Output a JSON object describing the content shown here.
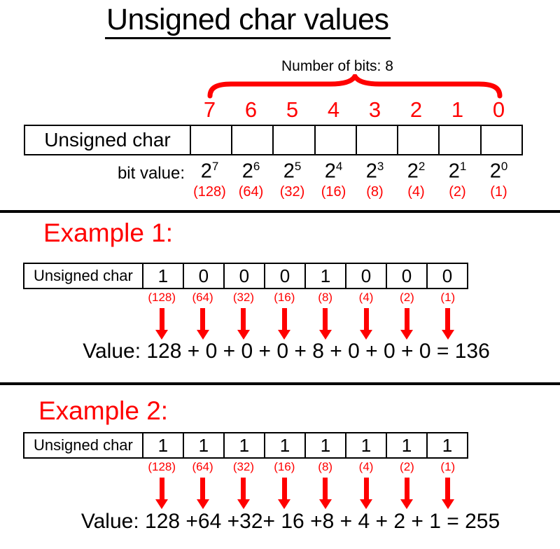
{
  "colors": {
    "red": "#ff0000",
    "ink": "#000000",
    "paper": "#ffffff"
  },
  "title": "Unsigned char values",
  "overview": {
    "bits_label": "Number of bits: 8",
    "bit_positions": [
      "7",
      "6",
      "5",
      "4",
      "3",
      "2",
      "1",
      "0"
    ],
    "row_label": "Unsigned char",
    "bit_value_label": "bit value:",
    "powers": [
      {
        "base": "2",
        "exp": "7"
      },
      {
        "base": "2",
        "exp": "6"
      },
      {
        "base": "2",
        "exp": "5"
      },
      {
        "base": "2",
        "exp": "4"
      },
      {
        "base": "2",
        "exp": "3"
      },
      {
        "base": "2",
        "exp": "2"
      },
      {
        "base": "2",
        "exp": "1"
      },
      {
        "base": "2",
        "exp": "0"
      }
    ],
    "paren_values": [
      "(128)",
      "(64)",
      "(32)",
      "(16)",
      "(8)",
      "(4)",
      "(2)",
      "(1)"
    ]
  },
  "example1": {
    "heading": "Example 1:",
    "row_label": "Unsigned char",
    "bits": [
      "1",
      "0",
      "0",
      "0",
      "1",
      "0",
      "0",
      "0"
    ],
    "paren_values": [
      "(128)",
      "(64)",
      "(32)",
      "(16)",
      "(8)",
      "(4)",
      "(2)",
      "(1)"
    ],
    "value_line": "Value: 128 + 0 + 0 + 0 + 8 + 0 + 0 + 0 = 136"
  },
  "example2": {
    "heading": "Example 2:",
    "row_label": "Unsigned char",
    "bits": [
      "1",
      "1",
      "1",
      "1",
      "1",
      "1",
      "1",
      "1"
    ],
    "paren_values": [
      "(128)",
      "(64)",
      "(32)",
      "(16)",
      "(8)",
      "(4)",
      "(2)",
      "(1)"
    ],
    "value_line": "Value: 128 +64 +32+ 16 +8 + 4 + 2 + 1 = 255"
  }
}
